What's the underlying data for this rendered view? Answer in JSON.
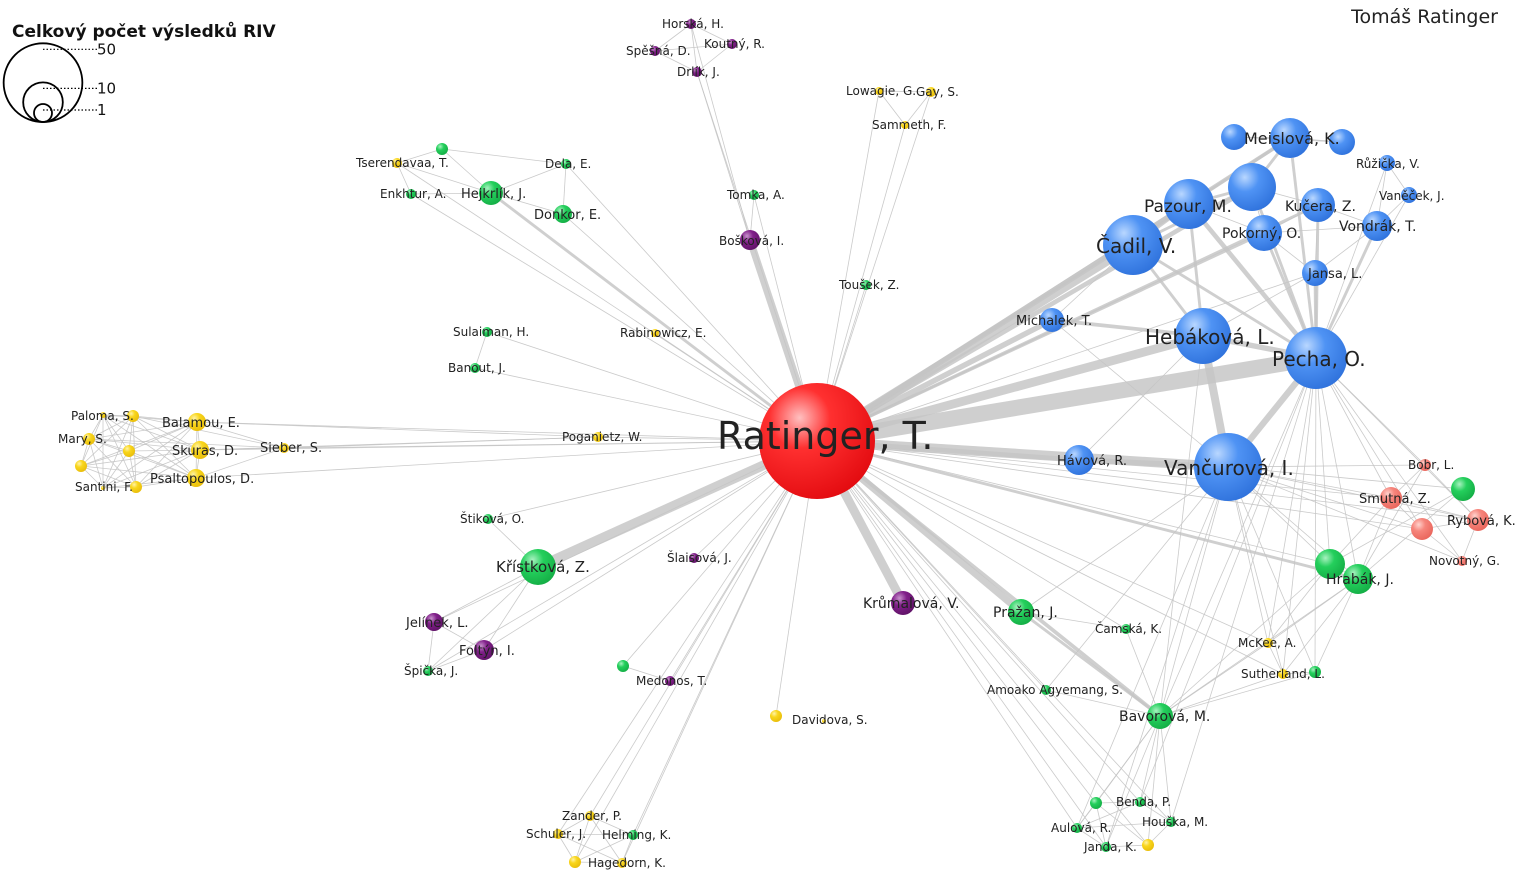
{
  "header": {
    "author_name": "Tomáš Ratinger"
  },
  "legend": {
    "title": "Celkový počet výsledků RIV",
    "sizes": [
      {
        "label": "50",
        "value": 50
      },
      {
        "label": "10",
        "value": 10
      },
      {
        "label": "1",
        "value": 1
      }
    ]
  },
  "colors": {
    "red": "#f5181c",
    "blue": "#4a8df0",
    "green": "#1fca58",
    "purple": "#7d1c86",
    "yellow": "#f7d21a",
    "salmon": "#f47b72",
    "edge": "#c4c4c4"
  },
  "nodes": [
    {
      "label": "Ratinger, T.",
      "color": "red"
    },
    {
      "label": "Pecha, O.",
      "color": "blue"
    },
    {
      "label": "Vančurová, I.",
      "color": "blue"
    },
    {
      "label": "Hebáková, L.",
      "color": "blue"
    },
    {
      "label": "Čadil, V.",
      "color": "blue"
    },
    {
      "label": "Pazour, M.",
      "color": "blue"
    },
    {
      "label": "",
      "color": "blue"
    },
    {
      "label": "Meislová, K.",
      "color": "blue"
    },
    {
      "label": "",
      "color": "blue"
    },
    {
      "label": "",
      "color": "blue"
    },
    {
      "label": "Kučera, Z.",
      "color": "blue"
    },
    {
      "label": "Pokorný, O.",
      "color": "blue"
    },
    {
      "label": "Vondrák, T.",
      "color": "blue"
    },
    {
      "label": "Růžička, V.",
      "color": "blue"
    },
    {
      "label": "Vaněček, J.",
      "color": "blue"
    },
    {
      "label": "Jansa, L.",
      "color": "blue"
    },
    {
      "label": "Michalek, T.",
      "color": "blue"
    },
    {
      "label": "Hávová, R.",
      "color": "blue"
    },
    {
      "label": "Bobr, L.",
      "color": "salmon"
    },
    {
      "label": "Smutná, Z.",
      "color": "salmon"
    },
    {
      "label": "Rybová, K.",
      "color": "salmon"
    },
    {
      "label": "",
      "color": "salmon"
    },
    {
      "label": "Novotný, G.",
      "color": "salmon"
    },
    {
      "label": "",
      "color": "green"
    },
    {
      "label": "",
      "color": "green"
    },
    {
      "label": "Hrabák, J.",
      "color": "green"
    },
    {
      "label": "McKee, A.",
      "color": "yellow"
    },
    {
      "label": "Sutherland, L.",
      "color": "yellow"
    },
    {
      "label": "",
      "color": "green"
    },
    {
      "label": "Bavorová, M.",
      "color": "green"
    },
    {
      "label": "Amoako Agyemang, S.",
      "color": "green"
    },
    {
      "label": "Čamská, K.",
      "color": "green"
    },
    {
      "label": "Pražan, J.",
      "color": "green"
    },
    {
      "label": "Benda, P.",
      "color": "green"
    },
    {
      "label": "Houška, M.",
      "color": "green"
    },
    {
      "label": "Aulová, R.",
      "color": "green"
    },
    {
      "label": "Janda, K.",
      "color": "green"
    },
    {
      "label": "",
      "color": "green"
    },
    {
      "label": "",
      "color": "yellow"
    },
    {
      "label": "Krůmalová, V.",
      "color": "purple"
    },
    {
      "label": "Davidova, S.",
      "color": "yellow"
    },
    {
      "label": "",
      "color": "yellow"
    },
    {
      "label": "Medonos, T.",
      "color": "purple"
    },
    {
      "label": "",
      "color": "green"
    },
    {
      "label": "Šlaisová, J.",
      "color": "purple"
    },
    {
      "label": "Křístková, Z.",
      "color": "green"
    },
    {
      "label": "Štiková, O.",
      "color": "green"
    },
    {
      "label": "Jelínek, L.",
      "color": "purple"
    },
    {
      "label": "Foltýn, I.",
      "color": "purple"
    },
    {
      "label": "Špička, J.",
      "color": "green"
    },
    {
      "label": "Zander, P.",
      "color": "yellow"
    },
    {
      "label": "Schuler, J.",
      "color": "yellow"
    },
    {
      "label": "Helming, K.",
      "color": "green"
    },
    {
      "label": "Hagedorn, K.",
      "color": "yellow"
    },
    {
      "label": "",
      "color": "yellow"
    },
    {
      "label": "Poganietz, W.",
      "color": "yellow"
    },
    {
      "label": "Sieber, S.",
      "color": "yellow"
    },
    {
      "label": "Balamou, E.",
      "color": "yellow"
    },
    {
      "label": "Skuras, D.",
      "color": "yellow"
    },
    {
      "label": "Psaltopoulos, D.",
      "color": "yellow"
    },
    {
      "label": "Paloma, S.",
      "color": "yellow"
    },
    {
      "label": "",
      "color": "yellow"
    },
    {
      "label": "Mary, S.",
      "color": "yellow"
    },
    {
      "label": "",
      "color": "yellow"
    },
    {
      "label": "",
      "color": "yellow"
    },
    {
      "label": "Santini, F.",
      "color": "yellow"
    },
    {
      "label": "",
      "color": "yellow"
    },
    {
      "label": "Sulaiman, H.",
      "color": "green"
    },
    {
      "label": "Banout, J.",
      "color": "green"
    },
    {
      "label": "Rabinowicz, E.",
      "color": "yellow"
    },
    {
      "label": "Tserendavaa, T.",
      "color": "yellow"
    },
    {
      "label": "",
      "color": "green"
    },
    {
      "label": "Enkhtur, A.",
      "color": "green"
    },
    {
      "label": "Hejkrlík, J.",
      "color": "green"
    },
    {
      "label": "Dela, E.",
      "color": "green"
    },
    {
      "label": "Donkor, E.",
      "color": "green"
    },
    {
      "label": "Tomka, A.",
      "color": "green"
    },
    {
      "label": "Bošková, I.",
      "color": "purple"
    },
    {
      "label": "Toušek, Z.",
      "color": "green"
    },
    {
      "label": "Horská, H.",
      "color": "purple"
    },
    {
      "label": "Spěšná, D.",
      "color": "purple"
    },
    {
      "label": "Koutný, R.",
      "color": "purple"
    },
    {
      "label": "Drlík, J.",
      "color": "purple"
    },
    {
      "label": "Lowagie, G.",
      "color": "yellow"
    },
    {
      "label": "Gay, S.",
      "color": "yellow"
    },
    {
      "label": "Sammeth, F.",
      "color": "yellow"
    }
  ],
  "edges": [
    [
      0,
      1,
      18
    ],
    [
      0,
      2,
      10
    ],
    [
      0,
      3,
      9
    ],
    [
      0,
      4,
      9
    ],
    [
      0,
      5,
      5
    ],
    [
      0,
      6,
      4
    ],
    [
      0,
      7,
      3
    ],
    [
      0,
      10,
      2
    ],
    [
      0,
      11,
      2
    ],
    [
      0,
      15,
      1
    ],
    [
      0,
      16,
      5
    ],
    [
      0,
      17,
      4
    ],
    [
      0,
      45,
      10
    ],
    [
      0,
      39,
      9
    ],
    [
      0,
      32,
      7
    ],
    [
      0,
      29,
      3
    ],
    [
      0,
      30,
      1
    ],
    [
      0,
      31,
      1
    ],
    [
      0,
      77,
      7
    ],
    [
      0,
      76,
      1
    ],
    [
      0,
      78,
      1
    ],
    [
      0,
      82,
      1
    ],
    [
      0,
      85,
      1
    ],
    [
      0,
      84,
      1
    ],
    [
      0,
      83,
      1
    ],
    [
      0,
      69,
      1
    ],
    [
      0,
      67,
      1
    ],
    [
      0,
      68,
      1
    ],
    [
      0,
      55,
      1
    ],
    [
      0,
      56,
      1
    ],
    [
      0,
      57,
      1
    ],
    [
      0,
      58,
      1
    ],
    [
      0,
      59,
      1
    ],
    [
      0,
      73,
      2
    ],
    [
      0,
      70,
      1
    ],
    [
      0,
      72,
      1
    ],
    [
      0,
      74,
      1
    ],
    [
      0,
      75,
      1
    ],
    [
      0,
      44,
      1
    ],
    [
      0,
      42,
      1
    ],
    [
      0,
      43,
      1
    ],
    [
      0,
      40,
      1
    ],
    [
      0,
      46,
      1
    ],
    [
      0,
      47,
      1
    ],
    [
      0,
      48,
      1
    ],
    [
      0,
      49,
      1
    ],
    [
      0,
      50,
      1
    ],
    [
      0,
      51,
      1
    ],
    [
      0,
      52,
      1
    ],
    [
      0,
      53,
      1
    ],
    [
      0,
      54,
      1
    ],
    [
      0,
      25,
      2
    ],
    [
      0,
      24,
      1
    ],
    [
      0,
      26,
      1
    ],
    [
      0,
      27,
      1
    ],
    [
      0,
      33,
      1
    ],
    [
      0,
      34,
      1
    ],
    [
      0,
      35,
      1
    ],
    [
      0,
      36,
      1
    ],
    [
      0,
      37,
      1
    ],
    [
      0,
      38,
      1
    ],
    [
      0,
      19,
      1
    ],
    [
      0,
      20,
      1
    ],
    [
      0,
      21,
      1
    ],
    [
      1,
      2,
      6
    ],
    [
      1,
      3,
      5
    ],
    [
      2,
      3,
      8
    ],
    [
      3,
      4,
      2
    ],
    [
      3,
      5,
      2
    ],
    [
      1,
      5,
      4
    ],
    [
      1,
      4,
      2
    ],
    [
      1,
      6,
      2
    ],
    [
      1,
      7,
      2
    ],
    [
      1,
      10,
      2
    ],
    [
      1,
      11,
      2
    ],
    [
      1,
      12,
      2
    ],
    [
      1,
      15,
      2
    ],
    [
      3,
      16,
      3
    ],
    [
      2,
      17,
      5
    ],
    [
      3,
      17,
      1
    ],
    [
      2,
      16,
      1
    ],
    [
      4,
      5,
      3
    ],
    [
      4,
      6,
      2
    ],
    [
      5,
      6,
      2
    ],
    [
      5,
      7,
      2
    ],
    [
      6,
      7,
      2
    ],
    [
      7,
      8,
      1
    ],
    [
      7,
      9,
      1
    ],
    [
      8,
      9,
      1
    ],
    [
      6,
      10,
      1
    ],
    [
      10,
      11,
      1
    ],
    [
      10,
      12,
      1
    ],
    [
      11,
      12,
      1
    ],
    [
      12,
      13,
      1
    ],
    [
      12,
      14,
      1
    ],
    [
      13,
      14,
      1
    ],
    [
      5,
      11,
      1
    ],
    [
      6,
      11,
      1
    ],
    [
      11,
      15,
      1
    ],
    [
      10,
      15,
      1
    ],
    [
      12,
      15,
      1
    ],
    [
      3,
      15,
      1
    ],
    [
      4,
      16,
      1
    ],
    [
      1,
      13,
      1
    ],
    [
      1,
      14,
      1
    ],
    [
      2,
      18,
      1
    ],
    [
      2,
      19,
      1
    ],
    [
      2,
      20,
      1
    ],
    [
      2,
      21,
      1
    ],
    [
      2,
      22,
      1
    ],
    [
      2,
      23,
      1
    ],
    [
      2,
      24,
      1
    ],
    [
      2,
      25,
      1
    ],
    [
      1,
      18,
      1
    ],
    [
      1,
      19,
      1
    ],
    [
      1,
      20,
      1
    ],
    [
      1,
      21,
      1
    ],
    [
      1,
      22,
      1
    ],
    [
      1,
      24,
      1
    ],
    [
      1,
      25,
      1
    ],
    [
      1,
      26,
      1
    ],
    [
      1,
      27,
      1
    ],
    [
      1,
      28,
      1
    ],
    [
      18,
      19,
      1
    ],
    [
      18,
      20,
      1
    ],
    [
      19,
      20,
      1
    ],
    [
      19,
      21,
      1
    ],
    [
      20,
      21,
      1
    ],
    [
      21,
      22,
      1
    ],
    [
      20,
      22,
      1
    ],
    [
      23,
      24,
      1
    ],
    [
      23,
      25,
      1
    ],
    [
      24,
      25,
      1
    ],
    [
      24,
      26,
      1
    ],
    [
      25,
      26,
      1
    ],
    [
      25,
      27,
      1
    ],
    [
      26,
      27,
      1
    ],
    [
      27,
      28,
      1
    ],
    [
      25,
      28,
      1
    ],
    [
      24,
      29,
      1
    ],
    [
      25,
      29,
      1
    ],
    [
      26,
      29,
      1
    ],
    [
      27,
      29,
      1
    ],
    [
      28,
      29,
      1
    ],
    [
      2,
      29,
      1
    ],
    [
      29,
      30,
      1
    ],
    [
      29,
      31,
      1
    ],
    [
      29,
      32,
      2
    ],
    [
      29,
      33,
      1
    ],
    [
      29,
      34,
      1
    ],
    [
      29,
      35,
      1
    ],
    [
      29,
      36,
      1
    ],
    [
      29,
      37,
      1
    ],
    [
      29,
      38,
      1
    ],
    [
      33,
      34,
      1
    ],
    [
      33,
      35,
      1
    ],
    [
      34,
      35,
      1
    ],
    [
      35,
      36,
      1
    ],
    [
      36,
      37,
      1
    ],
    [
      37,
      38,
      1
    ],
    [
      33,
      37,
      1
    ],
    [
      34,
      38,
      1
    ],
    [
      35,
      37,
      1
    ],
    [
      36,
      38,
      1
    ],
    [
      2,
      32,
      1
    ],
    [
      2,
      30,
      1
    ],
    [
      32,
      31,
      1
    ],
    [
      25,
      18,
      1
    ],
    [
      25,
      19,
      1
    ],
    [
      24,
      19,
      1
    ],
    [
      2,
      27,
      1
    ],
    [
      2,
      26,
      1
    ],
    [
      3,
      29,
      1
    ],
    [
      1,
      29,
      1
    ],
    [
      2,
      28,
      1
    ],
    [
      2,
      35,
      1
    ],
    [
      2,
      36,
      1
    ],
    [
      1,
      34,
      1
    ],
    [
      1,
      33,
      1
    ],
    [
      45,
      46,
      1
    ],
    [
      45,
      47,
      1
    ],
    [
      45,
      48,
      1
    ],
    [
      45,
      49,
      1
    ],
    [
      47,
      48,
      1
    ],
    [
      48,
      49,
      1
    ],
    [
      47,
      49,
      1
    ],
    [
      50,
      51,
      1
    ],
    [
      50,
      52,
      1
    ],
    [
      50,
      53,
      1
    ],
    [
      50,
      54,
      1
    ],
    [
      51,
      52,
      1
    ],
    [
      51,
      53,
      1
    ],
    [
      51,
      54,
      1
    ],
    [
      52,
      53,
      1
    ],
    [
      52,
      54,
      1
    ],
    [
      53,
      54,
      1
    ],
    [
      42,
      43,
      1
    ],
    [
      56,
      57,
      1
    ],
    [
      56,
      58,
      1
    ],
    [
      56,
      59,
      1
    ],
    [
      57,
      58,
      1
    ],
    [
      57,
      59,
      1
    ],
    [
      58,
      59,
      1
    ],
    [
      57,
      60,
      1
    ],
    [
      57,
      61,
      1
    ],
    [
      57,
      62,
      1
    ],
    [
      57,
      63,
      1
    ],
    [
      57,
      64,
      1
    ],
    [
      57,
      65,
      1
    ],
    [
      57,
      66,
      1
    ],
    [
      58,
      60,
      1
    ],
    [
      58,
      61,
      1
    ],
    [
      58,
      62,
      1
    ],
    [
      58,
      63,
      1
    ],
    [
      58,
      64,
      1
    ],
    [
      58,
      65,
      1
    ],
    [
      58,
      66,
      1
    ],
    [
      59,
      60,
      1
    ],
    [
      59,
      61,
      1
    ],
    [
      59,
      62,
      1
    ],
    [
      59,
      63,
      1
    ],
    [
      59,
      64,
      1
    ],
    [
      59,
      65,
      1
    ],
    [
      59,
      66,
      1
    ],
    [
      60,
      61,
      1
    ],
    [
      60,
      62,
      1
    ],
    [
      60,
      63,
      1
    ],
    [
      60,
      64,
      1
    ],
    [
      60,
      65,
      1
    ],
    [
      60,
      66,
      1
    ],
    [
      61,
      62,
      1
    ],
    [
      61,
      63,
      1
    ],
    [
      61,
      64,
      1
    ],
    [
      61,
      65,
      1
    ],
    [
      61,
      66,
      1
    ],
    [
      62,
      63,
      1
    ],
    [
      62,
      64,
      1
    ],
    [
      62,
      65,
      1
    ],
    [
      62,
      66,
      1
    ],
    [
      63,
      64,
      1
    ],
    [
      63,
      65,
      1
    ],
    [
      63,
      66,
      1
    ],
    [
      64,
      65,
      1
    ],
    [
      64,
      66,
      1
    ],
    [
      65,
      66,
      1
    ],
    [
      55,
      56,
      1
    ],
    [
      55,
      57,
      1
    ],
    [
      55,
      58,
      1
    ],
    [
      56,
      60,
      1
    ],
    [
      56,
      62,
      1
    ],
    [
      67,
      68,
      1
    ],
    [
      70,
      71,
      1
    ],
    [
      70,
      72,
      1
    ],
    [
      70,
      73,
      1
    ],
    [
      71,
      73,
      1
    ],
    [
      72,
      73,
      1
    ],
    [
      73,
      74,
      1
    ],
    [
      73,
      75,
      1
    ],
    [
      74,
      75,
      1
    ],
    [
      71,
      74,
      1
    ],
    [
      76,
      77,
      1
    ],
    [
      79,
      80,
      1
    ],
    [
      79,
      81,
      1
    ],
    [
      79,
      82,
      1
    ],
    [
      80,
      81,
      1
    ],
    [
      80,
      82,
      1
    ],
    [
      81,
      82,
      1
    ],
    [
      83,
      84,
      1
    ],
    [
      83,
      85,
      1
    ],
    [
      84,
      85,
      1
    ],
    [
      77,
      79,
      1
    ],
    [
      77,
      82,
      1
    ]
  ]
}
